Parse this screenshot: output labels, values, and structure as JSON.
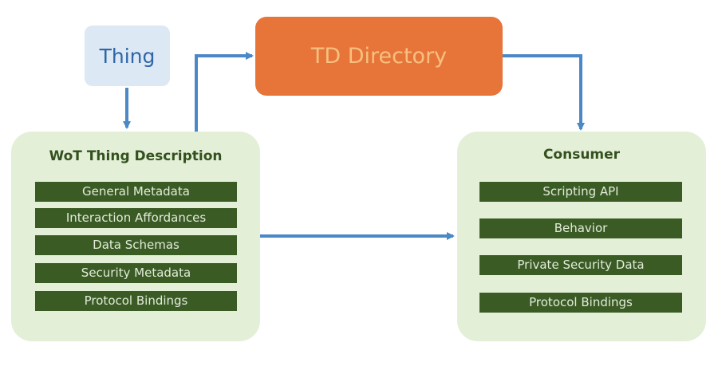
{
  "thing": {
    "label": "Thing"
  },
  "td_directory": {
    "label": "TD Directory"
  },
  "wot_description": {
    "title": "WoT Thing Description",
    "items": [
      {
        "label": "General Metadata"
      },
      {
        "label": "Interaction Affordances"
      },
      {
        "label": "Data Schemas"
      },
      {
        "label": "Security Metadata"
      },
      {
        "label": "Protocol Bindings"
      }
    ]
  },
  "consumer": {
    "title": "Consumer",
    "items": [
      {
        "label": "Scripting API"
      },
      {
        "label": "Behavior"
      },
      {
        "label": "Private Security Data"
      },
      {
        "label": "Protocol Bindings"
      }
    ]
  },
  "colors": {
    "thing_bg": "#dce8f3",
    "thing_text": "#2e66a8",
    "td_directory_bg": "#e7753a",
    "td_directory_text": "#f6c07e",
    "panel_bg": "#e3efd7",
    "item_bg": "#3b5b25",
    "item_text": "#e2ecda",
    "title_text": "#33511e",
    "arrow": "#4a88c6"
  }
}
